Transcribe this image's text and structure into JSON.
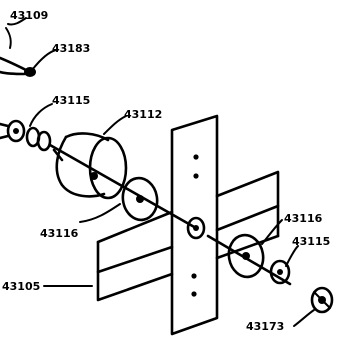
{
  "diagram": {
    "labels": {
      "part_43109": "43109",
      "part_43183": "43183",
      "part_43115_top": "43115",
      "part_43112": "43112",
      "part_43116_left": "43116",
      "part_43116_right": "43116",
      "part_43115_right": "43115",
      "part_43105": "43105",
      "part_43173": "43173"
    }
  }
}
